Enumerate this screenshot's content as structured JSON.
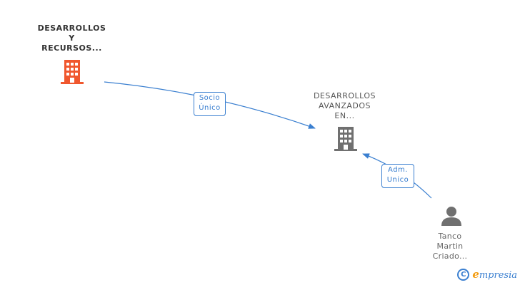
{
  "nodes": {
    "company_main": {
      "label_lines": [
        "DESARROLLOS",
        "Y",
        "RECURSOS..."
      ],
      "color": "#f0572e"
    },
    "company_target": {
      "label_lines": [
        "DESARROLLOS",
        "AVANZADOS",
        "EN..."
      ],
      "color": "#707070"
    },
    "person": {
      "label_lines": [
        "Tanco",
        "Martin",
        "Criado..."
      ],
      "color": "#707070"
    }
  },
  "edges": {
    "socio_unico": {
      "label_lines": [
        "Socio",
        "Único"
      ]
    },
    "adm_unico": {
      "label_lines": [
        "Adm.",
        "Unico"
      ]
    }
  },
  "edge_color": "#3a7fd0",
  "footer": {
    "copyright_symbol": "C",
    "brand_first_letter": "e",
    "brand_rest": "mpresia"
  }
}
